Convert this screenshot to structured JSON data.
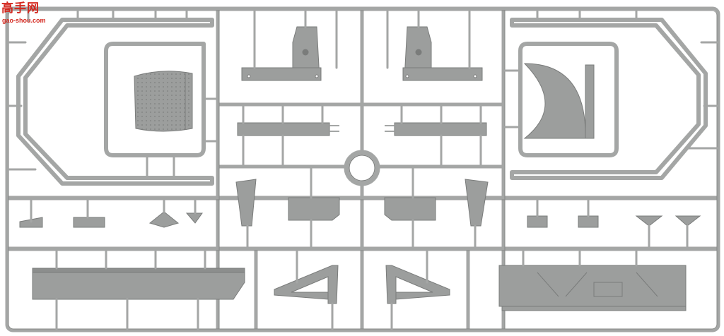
{
  "image": {
    "description_kind": "photo",
    "background_color": "#ffffff",
    "sprue_color": "#a4a6a5",
    "sprue_shadow_color": "#7a7c7b",
    "part_color": "#9c9e9d"
  },
  "watermark": {
    "brand": "高手网",
    "url": "gao-shou.com",
    "color": "#d4281f"
  }
}
